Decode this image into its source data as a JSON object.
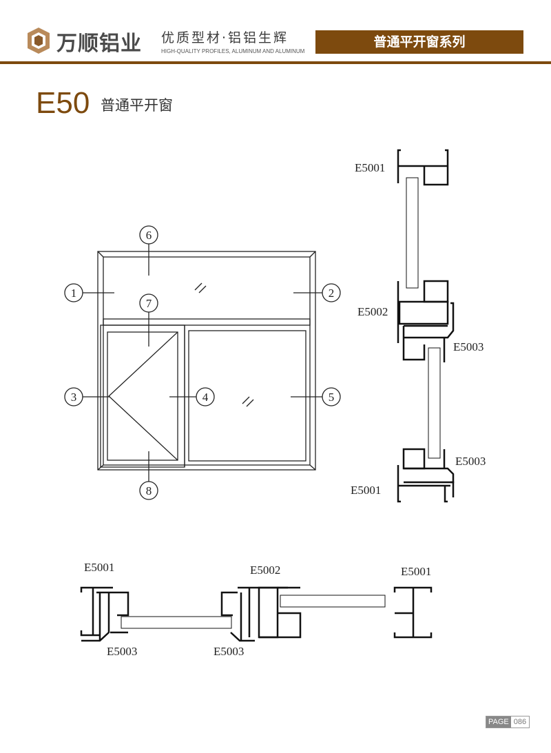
{
  "header": {
    "brand": "万顺铝业",
    "slogan": "优质型材·铝铝生辉",
    "slogan_en": "HIGH-QUALITY PROFILES, ALUMINUM AND ALUMINUM",
    "series": "普通平开窗系列"
  },
  "heading": {
    "model": "E50",
    "title": "普通平开窗"
  },
  "elevation": {
    "callouts": [
      "1",
      "2",
      "3",
      "4",
      "5",
      "6",
      "7",
      "8"
    ]
  },
  "vertical_section": {
    "labels": [
      "E5001",
      "E5002",
      "E5003",
      "E5003",
      "E5001"
    ]
  },
  "horizontal_section": {
    "labels": [
      "E5001",
      "E5002",
      "E5001",
      "E5003",
      "E5003"
    ]
  },
  "footer": {
    "page_label": "PAGE",
    "page_number": "086"
  },
  "colors": {
    "brand": "#7d4a0e"
  }
}
